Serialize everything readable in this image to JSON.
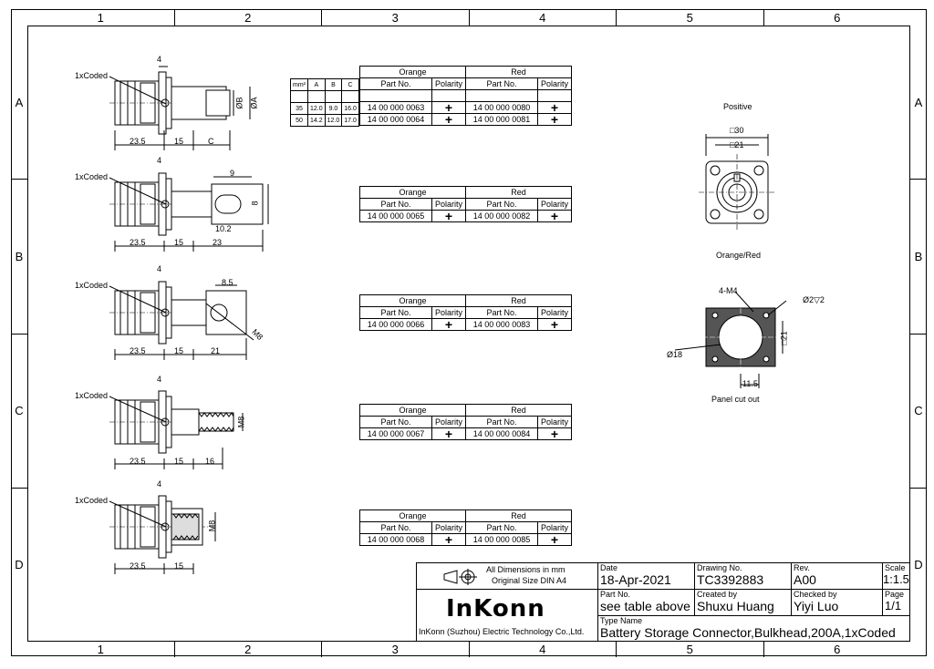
{
  "grid": {
    "columns": [
      "1",
      "2",
      "3",
      "4",
      "5",
      "6"
    ],
    "rows": [
      "A",
      "B",
      "C",
      "D"
    ]
  },
  "table_headers": {
    "orange": "Orange",
    "red": "Red",
    "part_no": "Part No.",
    "polarity": "Polarity",
    "plus": "+"
  },
  "dim_table": {
    "headers": [
      "mm²",
      "A",
      "B",
      "C"
    ],
    "rows": [
      [
        "35",
        "12.0",
        "9.0",
        "16.0"
      ],
      [
        "50",
        "14.2",
        "12.0",
        "17.0"
      ]
    ]
  },
  "part_tables": [
    {
      "rows": [
        {
          "orange": "14 00 000 0063",
          "red": "14 00 000 0080"
        },
        {
          "orange": "14 00 000 0064",
          "red": "14 00 000 0081"
        }
      ]
    },
    {
      "rows": [
        {
          "orange": "14 00 000 0065",
          "red": "14 00 000 0082"
        }
      ]
    },
    {
      "rows": [
        {
          "orange": "14 00 000 0066",
          "red": "14 00 000 0083"
        }
      ]
    },
    {
      "rows": [
        {
          "orange": "14 00 000 0067",
          "red": "14 00 000 0084"
        }
      ]
    },
    {
      "rows": [
        {
          "orange": "14 00 000 0068",
          "red": "14 00 000 0085"
        }
      ]
    }
  ],
  "drawing_labels": {
    "coded": "1xCoded",
    "d4": "4",
    "d23_5": "23.5",
    "d15": "15",
    "dC": "C",
    "dB": "ØB",
    "dA": "ØA",
    "d9": "9",
    "d8": "8",
    "d10_2": "10.2",
    "d23": "23",
    "d8_5": "8.5",
    "dM8": "M8",
    "d21": "21",
    "d16": "16"
  },
  "right_view": {
    "positive": "Positive",
    "sq30": "□30",
    "sq21": "□21",
    "orange_red": "Orange/Red",
    "m4": "4-M4",
    "hole": "Ø2▽2",
    "d18": "Ø18",
    "side21": "□21",
    "d11_5": "11.5",
    "panel": "Panel cut out"
  },
  "title_block": {
    "dims_note_1": "All Dimensions in mm",
    "dims_note_2": "Original Size DIN A4",
    "date_cap": "Date",
    "date": "18-Apr-2021",
    "drawing_cap": "Drawing No.",
    "drawing": "TC3392883",
    "rev_cap": "Rev.",
    "rev": "A00",
    "scale_cap": "Scale",
    "scale": "1:1.5",
    "partno_cap": "Part No.",
    "partno": "see table above",
    "created_cap": "Created by",
    "created": "Shuxu Huang",
    "checked_cap": "Checked by",
    "checked": "Yiyi Luo",
    "page_cap": "Page",
    "page": "1/1",
    "logo": "InKonn",
    "company": "InKonn (Suzhou) Electric Technology Co.,Ltd.",
    "type_cap": "Type Name",
    "type": "Battery Storage Connector,Bulkhead,200A,1xCoded"
  }
}
